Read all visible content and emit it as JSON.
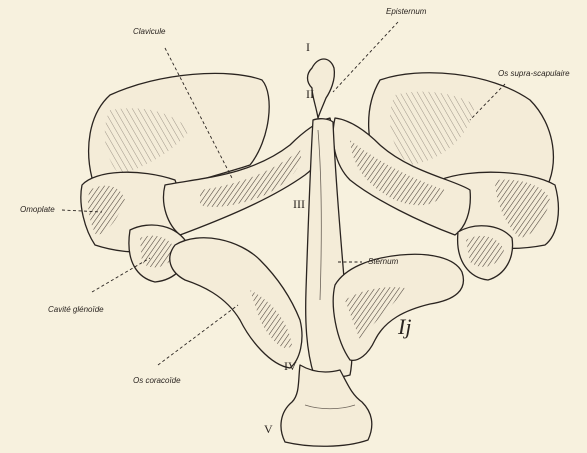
{
  "labels": {
    "clavicule": "Clavicule",
    "episternum": "Episternum",
    "os_supra_scapulaire": "Os supra-scapulaire",
    "omoplate": "Omoplate",
    "sternum": "Sternum",
    "cavite_glenoide": "Cavité glénoïde",
    "os_coracoide": "Os coracoïde"
  },
  "numerals": [
    "I",
    "II",
    "III",
    "IV",
    "V"
  ],
  "signature": "Ij",
  "colors": {
    "background": "#f7f1de",
    "ink": "#2a2420",
    "bone": "#f4ecd8",
    "shade": "#6b6258"
  }
}
